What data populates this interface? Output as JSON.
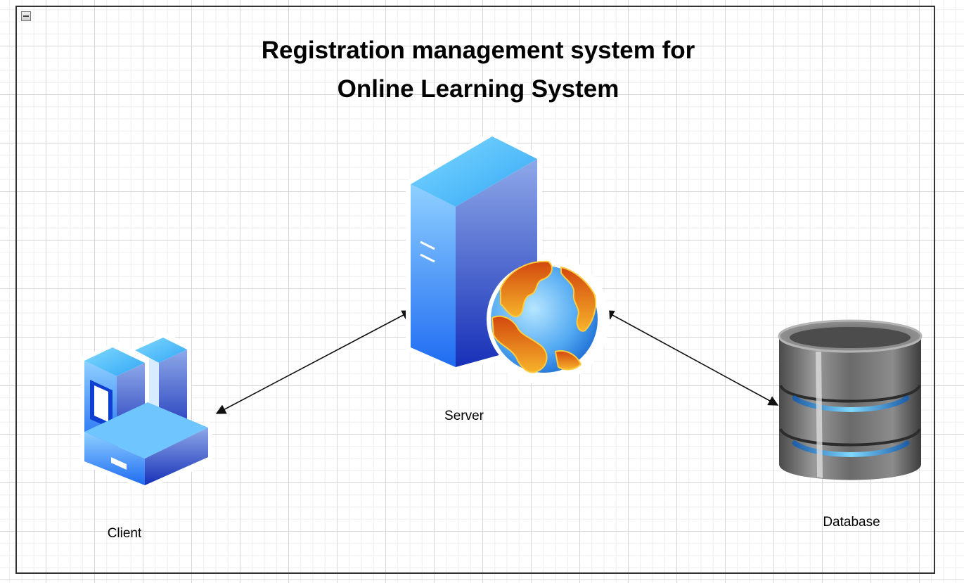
{
  "diagram": {
    "title_line1": "Registration management system for",
    "title_line2": "Online Learning System",
    "nodes": {
      "client": {
        "label": "Client",
        "icon": "client-computer-icon"
      },
      "server": {
        "label": "Server",
        "icon": "web-server-icon"
      },
      "database": {
        "label": "Database",
        "icon": "database-icon"
      }
    },
    "edges": [
      {
        "from": "client",
        "to": "server",
        "arrows": "both"
      },
      {
        "from": "server",
        "to": "database",
        "arrows": "both"
      }
    ],
    "colors": {
      "border": "#333333",
      "arrow": "#111111",
      "icon_blue_light": "#5ac8fa",
      "icon_blue_dark": "#0a3fd6",
      "globe_ocean": "#3aa0f0",
      "globe_land": "#f0a020",
      "db_grey": "#6e6e6e",
      "db_glow": "#4fc3ff"
    }
  }
}
